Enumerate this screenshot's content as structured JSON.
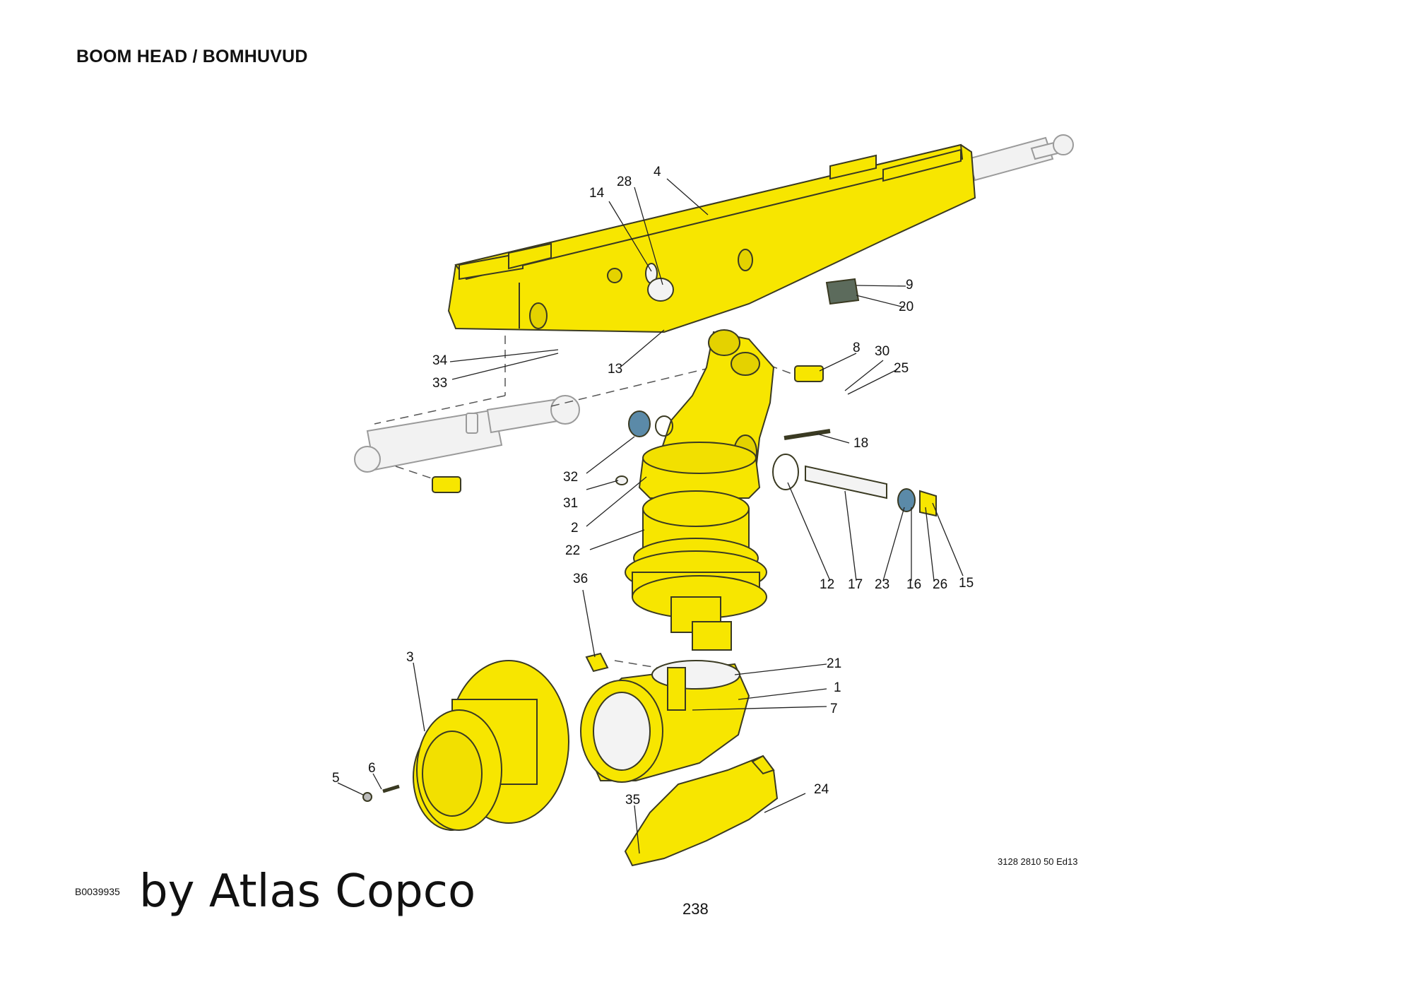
{
  "header": {
    "title": "BOOM HEAD / BOMHUVUD"
  },
  "footer": {
    "drawing_number": "B0039935",
    "brand": "by Atlas Copco",
    "page_number": "238",
    "document_reference": "3128 2810 50 Ed13"
  },
  "colors": {
    "part_fill": "#f7e600",
    "part_stroke": "#3a3a22",
    "phantom_fill": "#f2f2f2",
    "phantom_stroke": "#9a9a9a",
    "seal_fill": "#5b8aa8",
    "valve_fill": "#5c6b5c"
  },
  "callouts": {
    "c1": "1",
    "c2": "2",
    "c3": "3",
    "c4": "4",
    "c5": "5",
    "c6": "6",
    "c7": "7",
    "c8": "8",
    "c9": "9",
    "c12": "12",
    "c13": "13",
    "c14": "14",
    "c15": "15",
    "c16": "16",
    "c17": "17",
    "c18": "18",
    "c20": "20",
    "c21": "21",
    "c22": "22",
    "c23": "23",
    "c24": "24",
    "c25": "25",
    "c26": "26",
    "c28": "28",
    "c30": "30",
    "c31": "31",
    "c32": "32",
    "c33": "33",
    "c34": "34",
    "c35": "35",
    "c36": "36"
  }
}
